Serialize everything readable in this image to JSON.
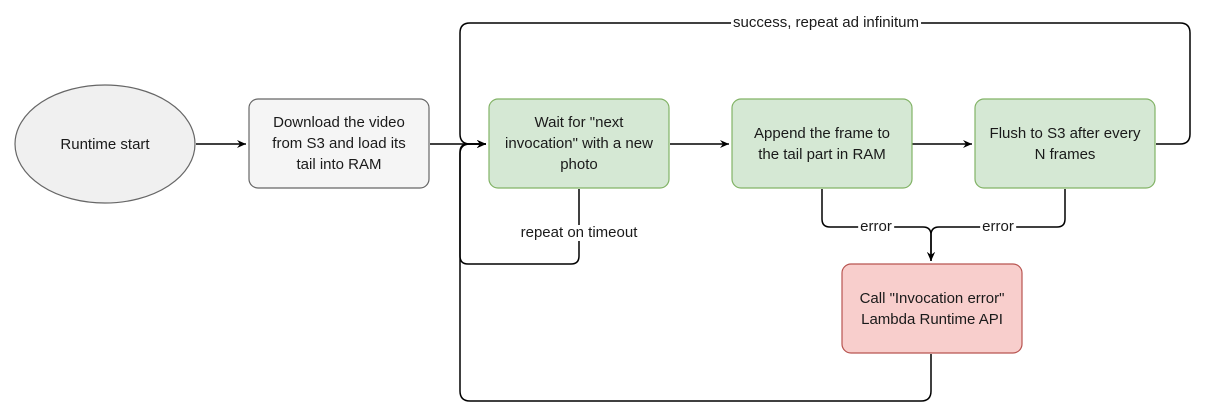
{
  "nodes": {
    "runtime_start": "Runtime start",
    "download": "Download the video\nfrom S3 and load its\ntail into RAM",
    "wait": "Wait for \"next\ninvocation\" with a new\nphoto",
    "append": "Append the frame to\nthe tail part in RAM",
    "flush": "Flush to S3 after every\nN frames",
    "error_call": "Call \"Invocation error\"\nLambda Runtime API"
  },
  "edges": {
    "success_loop": "success, repeat  ad infinitum",
    "timeout_loop": "repeat on timeout",
    "append_error": "error",
    "flush_error": "error"
  },
  "colors": {
    "start_fill": "#f0f0f0",
    "start_stroke": "#666666",
    "download_fill": "#f5f5f5",
    "download_stroke": "#666666",
    "step_fill": "#d5e8d4",
    "step_stroke": "#82b366",
    "error_fill": "#f8cecc",
    "error_stroke": "#b85450",
    "edge": "#000000"
  }
}
